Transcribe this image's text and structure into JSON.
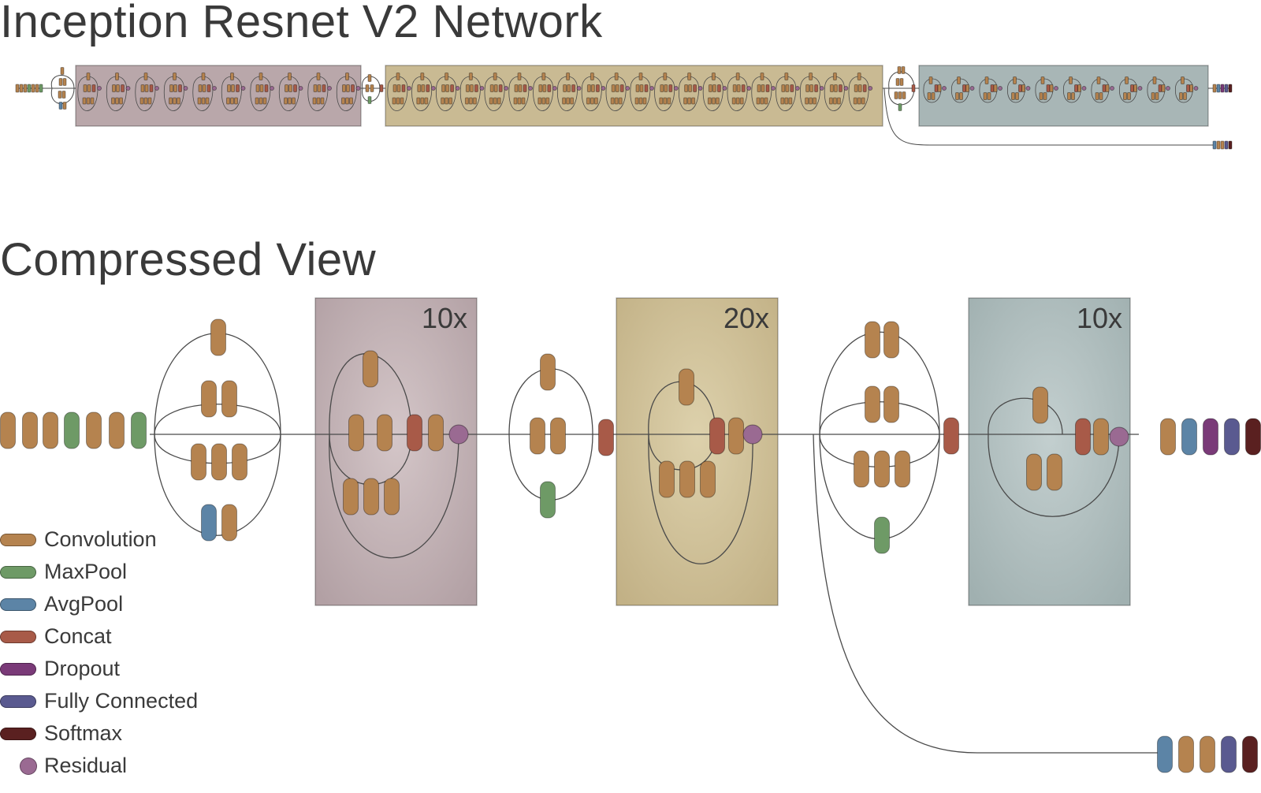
{
  "title": "Inception Resnet V2 Network",
  "subtitle": "Compressed View",
  "colors": {
    "convolution": "#b5834f",
    "maxpool": "#6e9a66",
    "avgpool": "#5c84a6",
    "concat": "#a85a48",
    "dropout": "#7a3a78",
    "fully_connected": "#5a5a90",
    "softmax": "#5a2020",
    "residual": "#9a6a92",
    "block_a_bg": "#b9a7aa",
    "block_b_bg": "#c9ba93",
    "block_c_bg": "#a8b6b6"
  },
  "blocks": [
    {
      "repeat": "10x"
    },
    {
      "repeat": "20x"
    },
    {
      "repeat": "10x"
    }
  ],
  "legend": [
    {
      "label": "Convolution",
      "color": "#b5834f",
      "icon": "pill"
    },
    {
      "label": "MaxPool",
      "color": "#6e9a66",
      "icon": "pill"
    },
    {
      "label": "AvgPool",
      "color": "#5c84a6",
      "icon": "pill"
    },
    {
      "label": "Concat",
      "color": "#a85a48",
      "icon": "pill"
    },
    {
      "label": "Dropout",
      "color": "#7a3a78",
      "icon": "pill"
    },
    {
      "label": "Fully Connected",
      "color": "#5a5a90",
      "icon": "pill"
    },
    {
      "label": "Softmax",
      "color": "#5a2020",
      "icon": "pill"
    },
    {
      "label": "Residual",
      "color": "#9a6a92",
      "icon": "dot"
    }
  ]
}
